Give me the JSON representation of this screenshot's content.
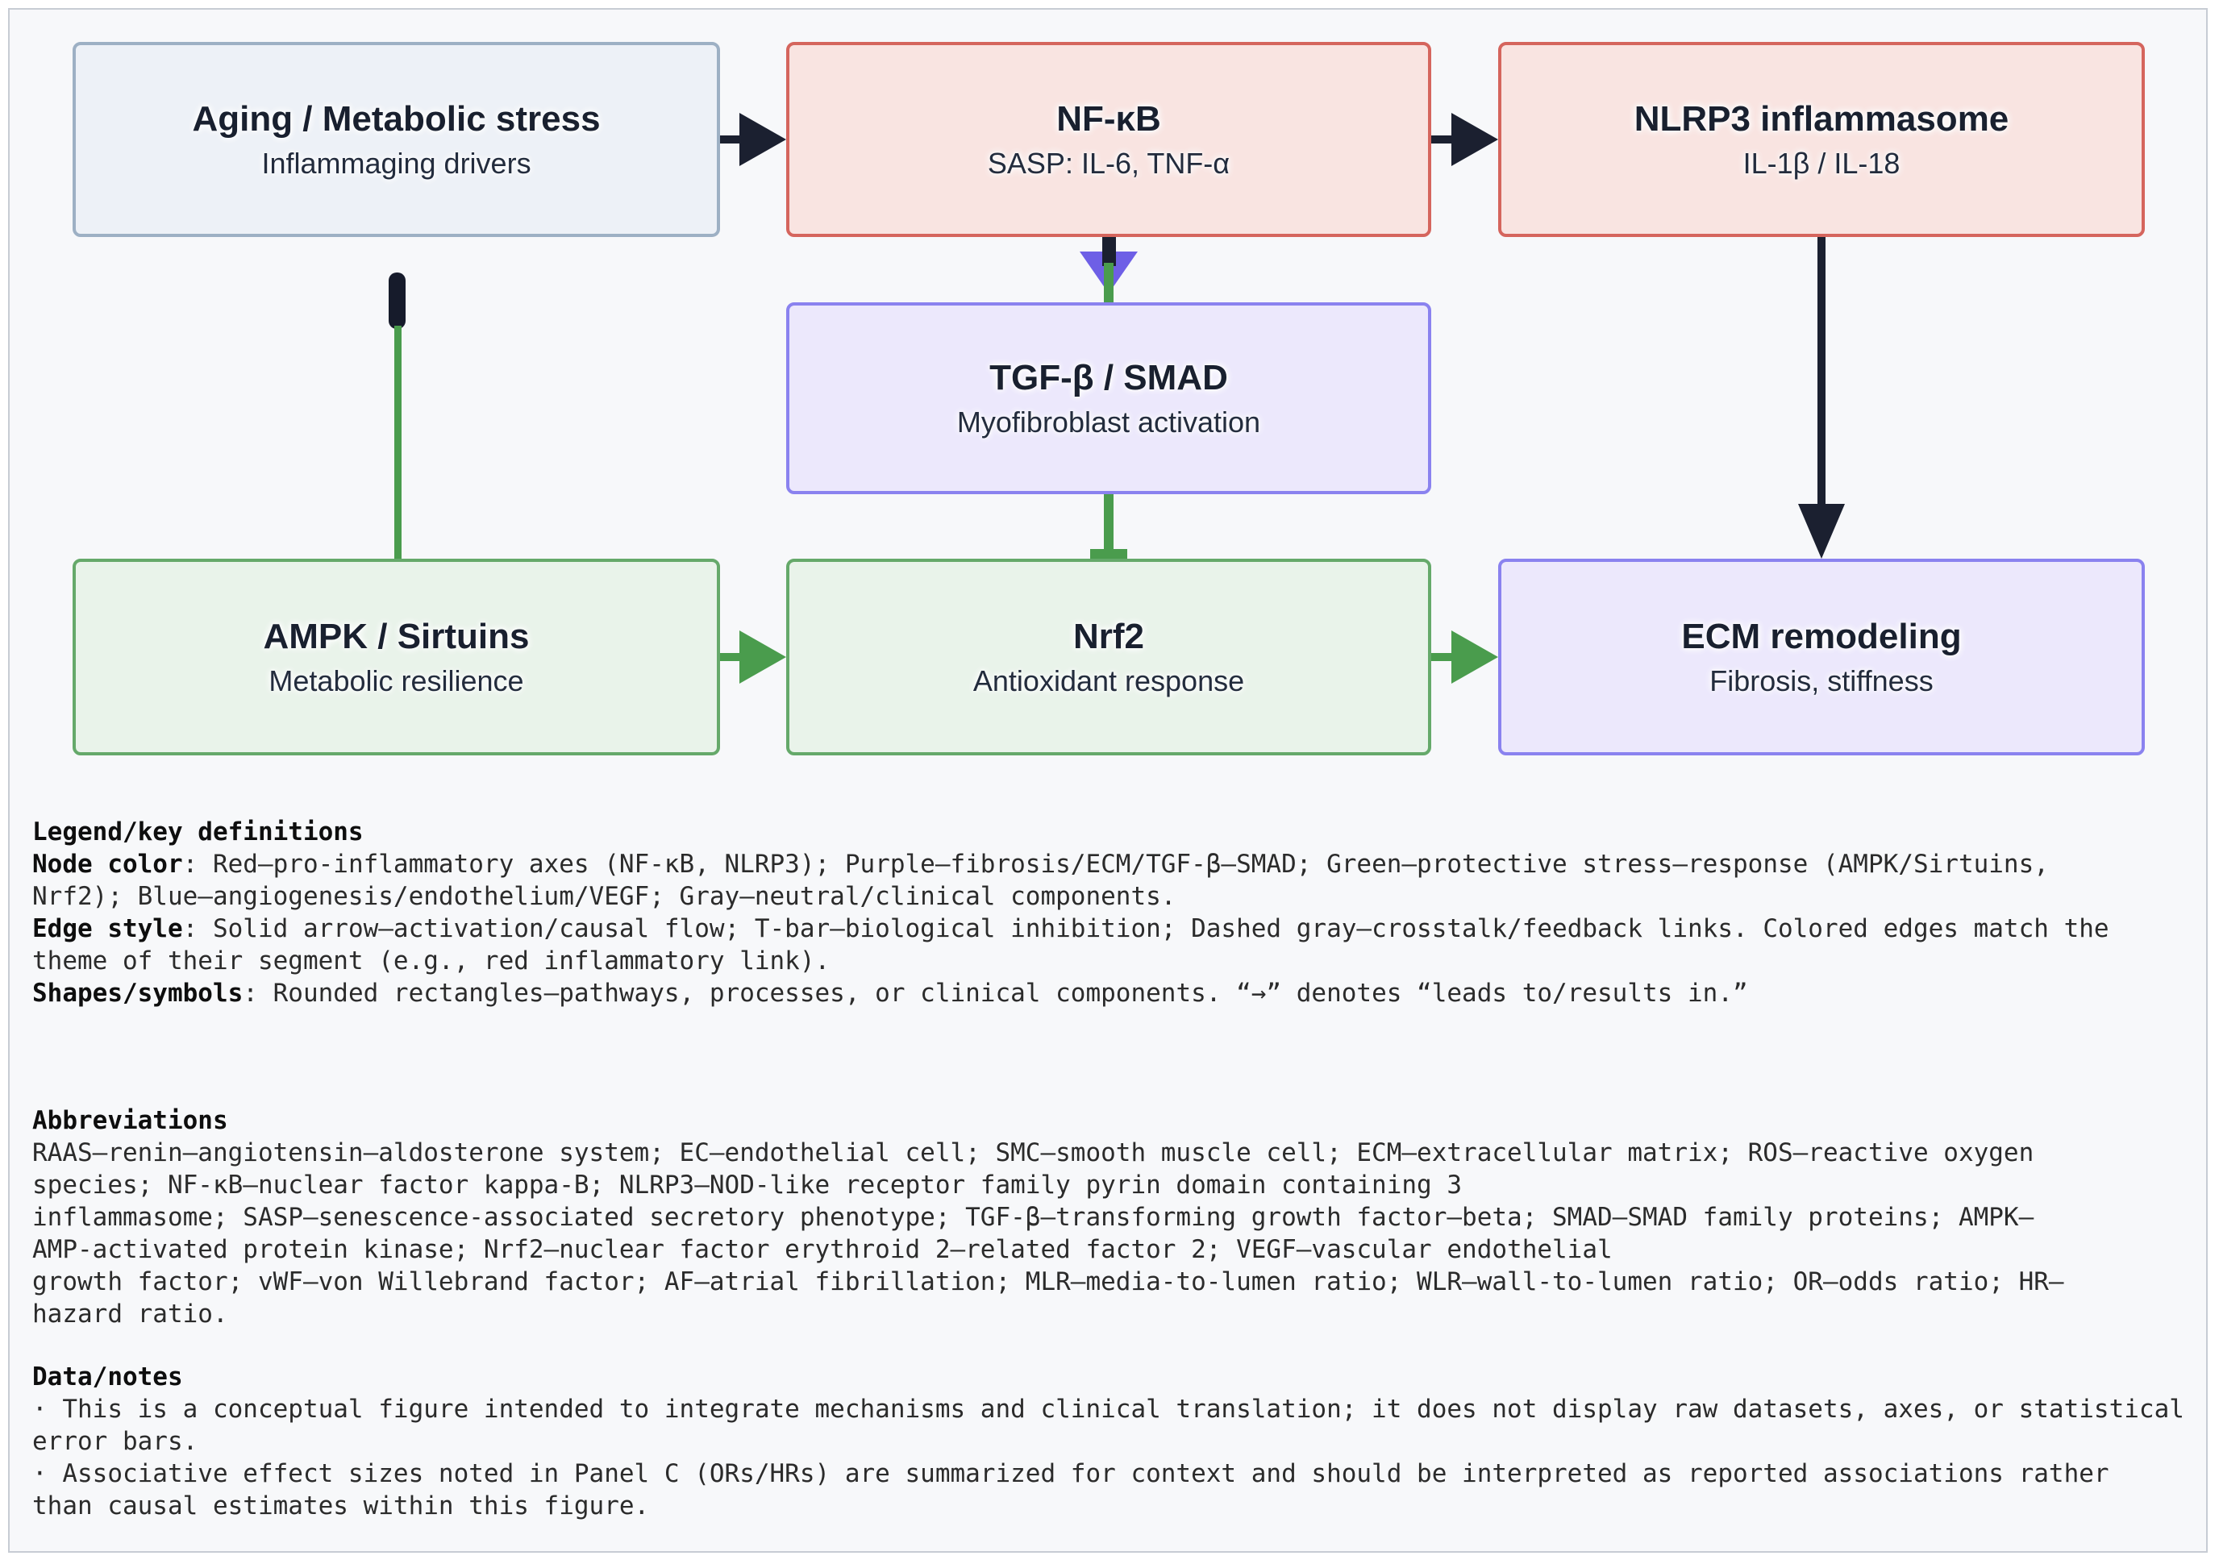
{
  "figure": {
    "nodes": [
      {
        "title": "Aging / Metabolic stress",
        "subtitle": "Inflammaging drivers",
        "theme": "gray"
      },
      {
        "title": "NF-κB",
        "subtitle": "SASP: IL-6, TNF-α",
        "theme": "red"
      },
      {
        "title": "NLRP3 inflammasome",
        "subtitle": "IL-1β / IL-18",
        "theme": "red"
      },
      {
        "title": "TGF-β / SMAD",
        "subtitle": "Myofibroblast activation",
        "theme": "purple"
      },
      {
        "title": "AMPK / Sirtuins",
        "subtitle": "Metabolic resilience",
        "theme": "green"
      },
      {
        "title": "Nrf2",
        "subtitle": "Antioxidant response",
        "theme": "green"
      },
      {
        "title": "ECM remodeling",
        "subtitle": "Fibrosis, stiffness",
        "theme": "purple"
      }
    ],
    "edges": [
      {
        "from": "Aging / Metabolic stress",
        "to": "NF-κB",
        "type": "activation-arrow",
        "color": "#1b2030"
      },
      {
        "from": "NF-κB",
        "to": "NLRP3 inflammasome",
        "type": "activation-arrow",
        "color": "#1b2030"
      },
      {
        "from": "NF-κB",
        "to": "TGF-β / SMAD",
        "type": "activation-arrow",
        "color": "#6e5fe6"
      },
      {
        "from": "NLRP3 inflammasome",
        "to": "ECM remodeling",
        "type": "activation-arrow",
        "color": "#1b2030"
      },
      {
        "from": "Aging / Metabolic stress",
        "to": "AMPK / Sirtuins",
        "type": "t-bar-inhibition",
        "color": "#4a9c4d"
      },
      {
        "from": "AMPK / Sirtuins",
        "to": "Nrf2",
        "type": "activation-arrow",
        "color": "#4a9c4d"
      },
      {
        "from": "Nrf2",
        "to": "ECM remodeling",
        "type": "activation-arrow",
        "color": "#4a9c4d"
      },
      {
        "from": "TGF-β / SMAD",
        "to": "Nrf2",
        "type": "t-bar-inhibition",
        "color": "#4a9c4d"
      }
    ],
    "colors": {
      "background": "#f7f8fa",
      "red_fill": "#f9e4e1",
      "red_border": "#d5655d",
      "purple_fill": "#ece8fc",
      "purple_border": "#8a82ef",
      "green_fill": "#e9f3ea",
      "green_border": "#65a96a",
      "gray_fill": "#edf1f7",
      "gray_border": "#9db0c4",
      "edge_black": "#1b2030",
      "edge_green": "#4a9c4d",
      "edge_purple": "#6e5fe6"
    }
  },
  "legend": {
    "heading": "Legend/key definitions",
    "lines": [
      {
        "bold": "Node color",
        "rest": ": Red—pro-inflammatory axes (NF-κB, NLRP3); Purple—fibrosis/ECM/TGF-β–SMAD; Green—protective stress–response (AMPK/Sirtuins,"
      },
      {
        "rest": "Nrf2); Blue—angiogenesis/endothelium/VEGF; Gray—neutral/clinical components."
      },
      {
        "bold": "Edge style",
        "rest": ": Solid arrow—activation/causal flow; T-bar—biological inhibition; Dashed gray—crosstalk/feedback links. Colored edges match the"
      },
      {
        "rest": "theme of their segment (e.g., red inflammatory link)."
      },
      {
        "bold": "Shapes/symbols",
        "rest": ": Rounded rectangles—pathways, processes, or clinical components. “→” denotes “leads to/results in.”"
      }
    ]
  },
  "abbreviations": {
    "heading": "Abbreviations",
    "lines": [
      {
        "rest": "RAAS—renin–angiotensin–aldosterone system; EC—endothelial cell; SMC—smooth muscle cell; ECM—extracellular matrix; ROS—reactive oxygen"
      },
      {
        "rest": "species; NF-κB—nuclear factor kappa-B; NLRP3—NOD-like receptor family pyrin domain containing 3"
      },
      {
        "rest": "inflammasome; SASP—senescence-associated secretory phenotype; TGF-β—transforming growth factor–beta; SMAD—SMAD family proteins; AMPK—"
      },
      {
        "rest": "AMP-activated protein kinase; Nrf2—nuclear factor erythroid 2–related factor 2; VEGF—vascular endothelial"
      },
      {
        "rest": "growth factor; vWF—von Willebrand factor; AF—atrial fibrillation; MLR—media-to-lumen ratio; WLR—wall-to-lumen ratio; OR—odds ratio; HR—"
      },
      {
        "rest": "hazard ratio."
      }
    ]
  },
  "notes": {
    "heading": "Data/notes",
    "lines": [
      {
        "rest": "· This is a conceptual figure intended to integrate mechanisms and clinical translation; it does not display raw datasets, axes, or statistical"
      },
      {
        "rest": "error bars."
      },
      {
        "rest": "· Associative effect sizes noted in Panel C (ORs/HRs) are summarized for context and should be interpreted as reported associations rather"
      },
      {
        "rest": "than causal estimates within this figure."
      }
    ]
  }
}
